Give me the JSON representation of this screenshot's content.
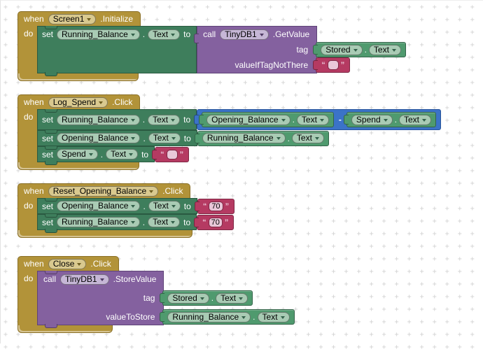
{
  "ui": {
    "when": "when",
    "do": "do",
    "set": "set",
    "to": "to",
    "call": "call",
    "dot": ".",
    "quote_open": "“",
    "quote_close": "”"
  },
  "colors": {
    "event_gold": "#B29339",
    "setter_green": "#3E7E5C",
    "getter_green": "#4F9A6E",
    "method_purple": "#84619F",
    "text_pink": "#B53A62",
    "math_blue": "#3B73C8",
    "grid_plus": "#d2d2d2"
  },
  "g1": {
    "component": "Screen1",
    "event": ".Initialize",
    "s1": {
      "component": "Running_Balance",
      "prop": "Text"
    },
    "call": {
      "component": "TinyDB1",
      "method": ".GetValue",
      "p1": {
        "label": "tag",
        "getter": {
          "component": "Stored",
          "prop": "Text"
        }
      },
      "p2": {
        "label": "valueIfTagNotThere",
        "value": ""
      }
    }
  },
  "g2": {
    "component": "Log_Spend",
    "event": ".Click",
    "s1": {
      "component": "Running_Balance",
      "prop": "Text"
    },
    "math": {
      "op": "-",
      "left": {
        "component": "Opening_Balance",
        "prop": "Text"
      },
      "right": {
        "component": "Spend",
        "prop": "Text"
      }
    },
    "s2": {
      "component": "Opening_Balance",
      "prop": "Text",
      "getter": {
        "component": "Running_Balance",
        "prop": "Text"
      }
    },
    "s3": {
      "component": "Spend",
      "prop": "Text",
      "value": ""
    }
  },
  "g3": {
    "component": "Reset_Opening_Balance",
    "event": ".Click",
    "s1": {
      "component": "Opening_Balance",
      "prop": "Text",
      "value": "70"
    },
    "s2": {
      "component": "Running_Balance",
      "prop": "Text",
      "value": "70"
    }
  },
  "g4": {
    "component": "Close",
    "event": ".Click",
    "call": {
      "component": "TinyDB1",
      "method": ".StoreValue",
      "p1": {
        "label": "tag",
        "getter": {
          "component": "Stored",
          "prop": "Text"
        }
      },
      "p2": {
        "label": "valueToStore",
        "getter": {
          "component": "Running_Balance",
          "prop": "Text"
        }
      }
    }
  }
}
